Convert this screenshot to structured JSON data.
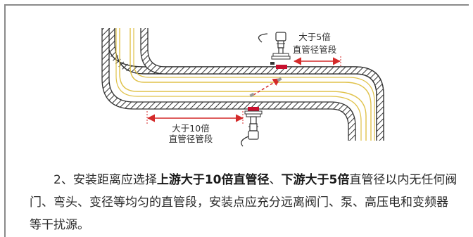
{
  "labels": {
    "downstream_line1": "大于5倍",
    "downstream_line2": "直管径管段",
    "upstream_line1": "大于10倍",
    "upstream_line2": "直管径管段"
  },
  "caption": {
    "p1": "2、安装距离应选择",
    "b1": "上游大于10倍直管径",
    "p2": "、",
    "b2": "下游大于5倍",
    "p3": "直管径以内无任何阀门、弯头、变径等均匀的直管段，安装点应充分远离阀门、泵、高压电和变频器等干扰源。"
  },
  "colors": {
    "pipe_wall": "#3a3a3a",
    "pipe_hatch": "#d9d9d9",
    "flow_line": "#e0c24a",
    "arrow_red": "#d42a2a",
    "sensor_red": "#c8102e"
  }
}
